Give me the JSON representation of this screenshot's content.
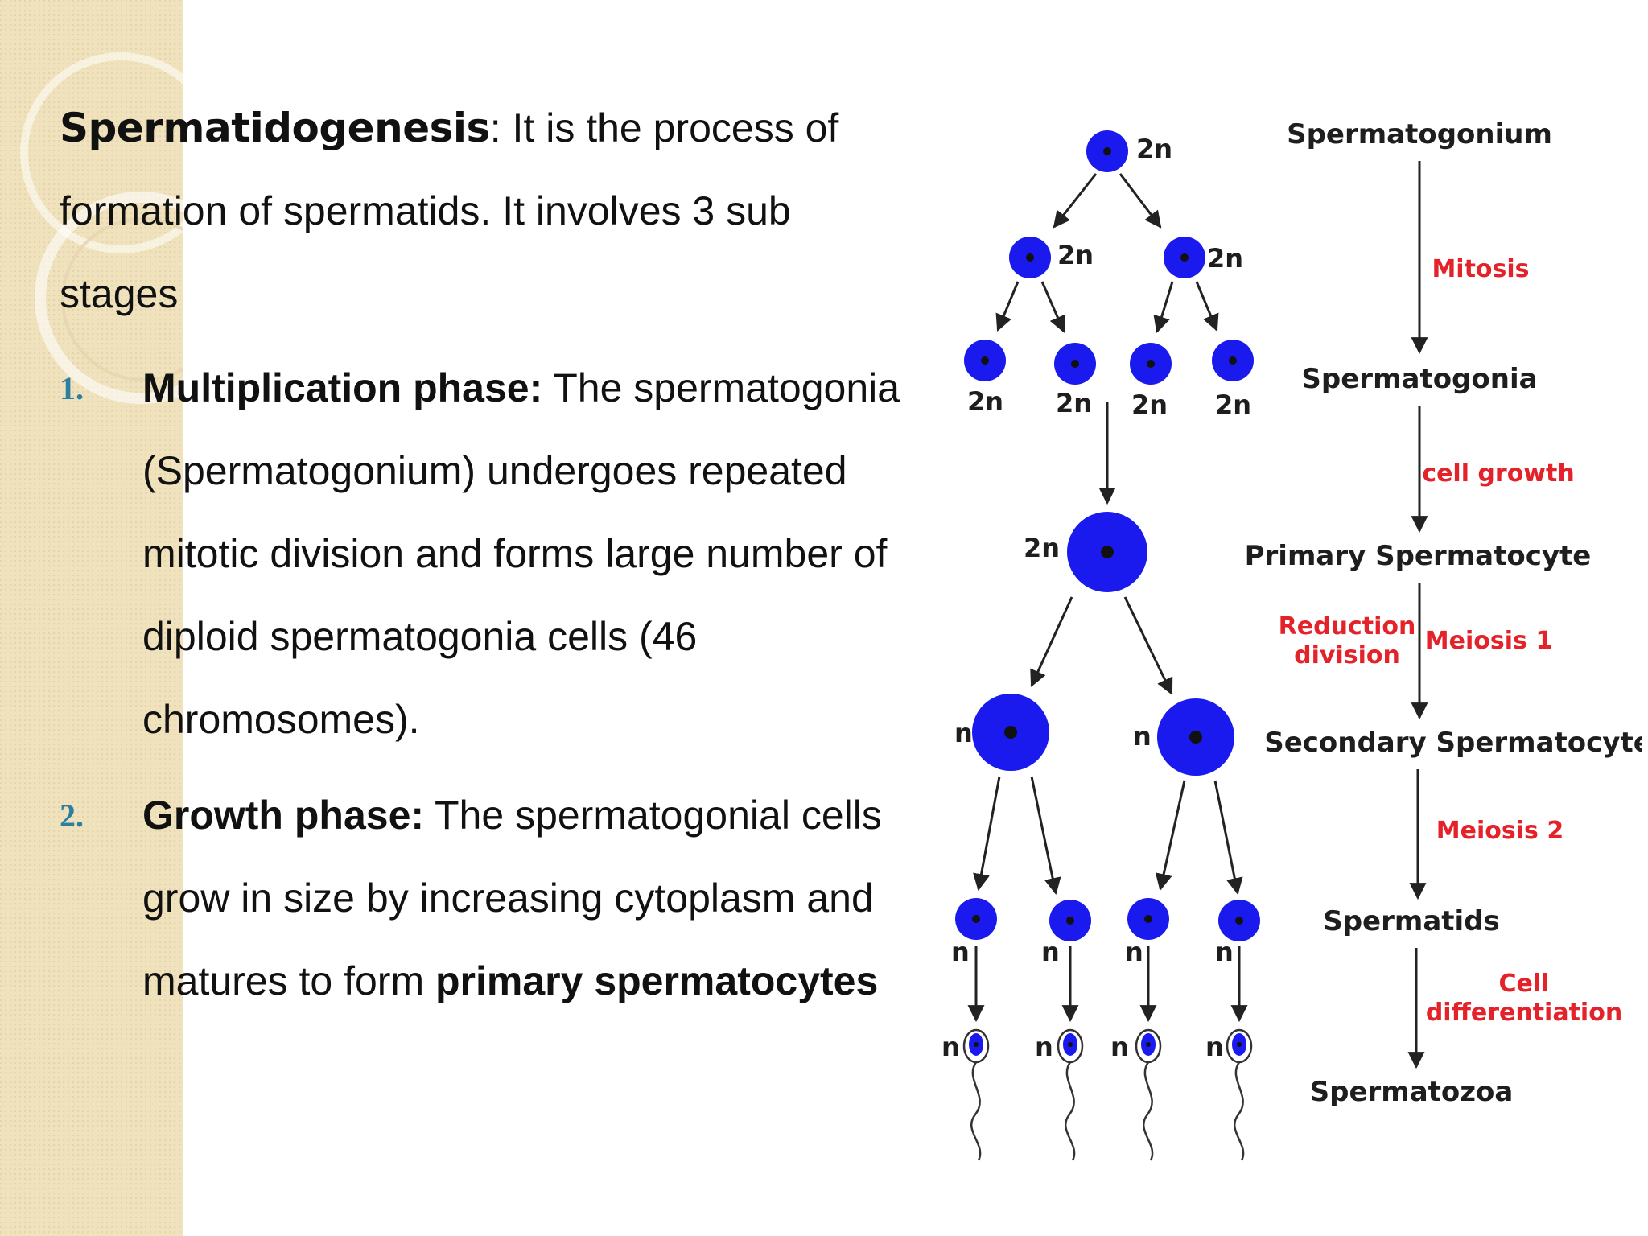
{
  "slide": {
    "intro": {
      "term": "Spermatidogenesis",
      "text": ": It is the process of formation of spermatids. It involves 3 sub stages"
    },
    "phases": [
      {
        "number": "1.",
        "heading": "Multiplication phase:",
        "text": " The spermatogonia (Spermatogonium) undergoes repeated mitotic division and forms large number of diploid spermatogonia cells (46 chromosomes)."
      },
      {
        "number": "2.",
        "heading": "Growth phase:",
        "text": " The spermatogonial cells grow in size by increasing cytoplasm and matures to form ",
        "bold_tail": "primary spermatocytes"
      }
    ]
  },
  "diagram": {
    "stages": [
      "Spermatogonium",
      "Spermatogonia",
      "Primary Spermatocyte",
      "Secondary Spermatocyte",
      "Spermatids",
      "Spermatozoa"
    ],
    "processes": {
      "mitosis": "Mitosis",
      "growth": "cell growth",
      "reduction_1": "Reduction",
      "reduction_2": "division",
      "meiosis1": "Meiosis 1",
      "meiosis2": "Meiosis 2",
      "diff_1": "Cell",
      "diff_2": "differentiation"
    },
    "ploidy": {
      "diploid": "2n",
      "haploid": "n"
    },
    "colors": {
      "cell": "#1a1aee",
      "nucleus": "#111111",
      "process_label": "#e3222a",
      "phase_number": "#2c7fa0"
    }
  }
}
